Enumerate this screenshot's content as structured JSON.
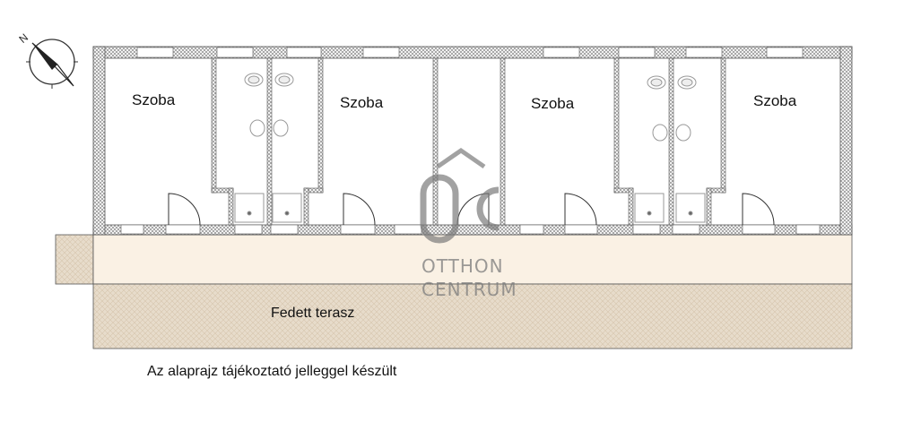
{
  "rooms": [
    {
      "label": "Szoba"
    },
    {
      "label": "Szoba"
    },
    {
      "label": "Szoba"
    },
    {
      "label": "Szoba"
    }
  ],
  "terrace": {
    "label": "Fedett terasz",
    "fill_color": "#e7dccb",
    "walkway_color": "#faf1e4"
  },
  "watermark": {
    "line1": "OTTHON",
    "line2": "CENTRUM",
    "logo_text": "OC",
    "color": "#7b7b7b"
  },
  "compass": {
    "symbol": "N",
    "icon": "north-arrow-icon"
  },
  "note": "Az alaprajz tájékoztató jelleggel készült",
  "colors": {
    "wall_hatch": "#8a8a8a",
    "wall_outline": "#555555"
  }
}
